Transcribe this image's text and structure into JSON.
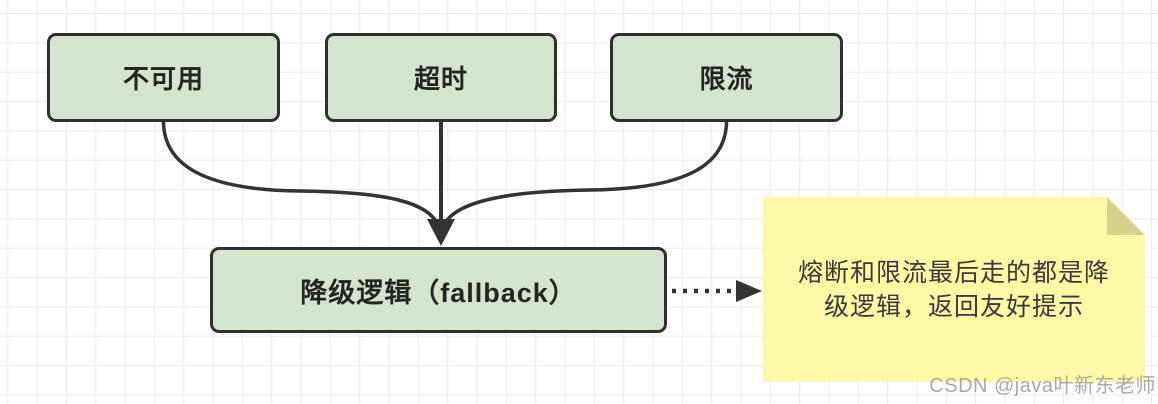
{
  "diagram": {
    "nodes": [
      {
        "id": "unavailable",
        "label": "不可用"
      },
      {
        "id": "timeout",
        "label": "超时"
      },
      {
        "id": "rate-limit",
        "label": "限流"
      },
      {
        "id": "fallback",
        "label": "降级逻辑（fallback）"
      }
    ],
    "edges": [
      {
        "from": "unavailable",
        "to": "fallback",
        "style": "solid-curve"
      },
      {
        "from": "timeout",
        "to": "fallback",
        "style": "solid-straight-arrow"
      },
      {
        "from": "rate-limit",
        "to": "fallback",
        "style": "solid-curve"
      },
      {
        "from": "fallback",
        "to": "note",
        "style": "dotted-arrow"
      }
    ],
    "note": {
      "text": "熔断和限流最后走的都是降级逻辑，返回友好提示"
    },
    "watermark": "CSDN @java叶新东老师",
    "colors": {
      "node_fill": "#d5e4ce",
      "node_border": "#2f2f2f",
      "arrow": "#333333",
      "note_fill": "#fdf9a6",
      "note_fold": "#d7d288",
      "note_text": "#3a3a3a",
      "grid_line": "#ececec",
      "watermark_text": "#9b9b9b",
      "background": "#ffffff"
    }
  }
}
